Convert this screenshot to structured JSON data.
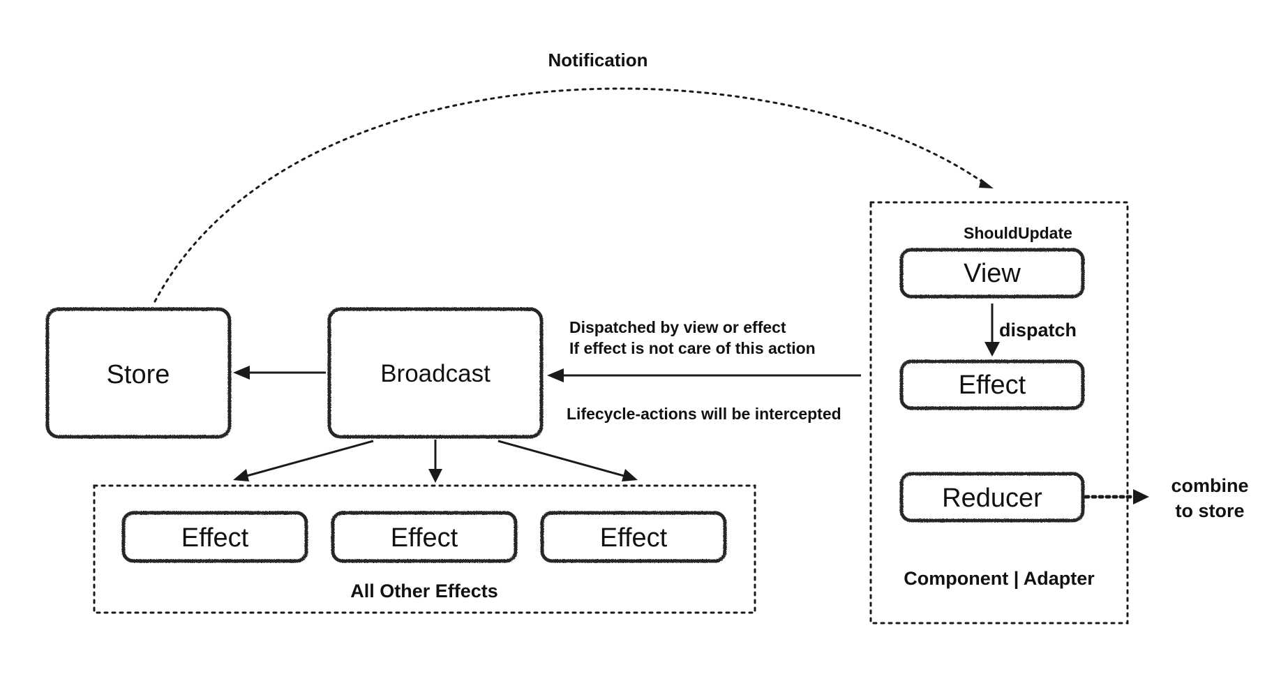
{
  "diagram": {
    "nodes": {
      "store": "Store",
      "broadcast": "Broadcast",
      "effect_1": "Effect",
      "effect_2": "Effect",
      "effect_3": "Effect",
      "view": "View",
      "effect_component": "Effect",
      "reducer": "Reducer"
    },
    "groups": {
      "all_other_effects": "All Other Effects",
      "component_adapter": "Component | Adapter"
    },
    "labels": {
      "notification": "Notification",
      "should_update": "ShouldUpdate",
      "dispatch": "dispatch",
      "dispatched_line1": "Dispatched by view or effect",
      "dispatched_line2": "If effect is not care of this action",
      "lifecycle": "Lifecycle-actions will be intercepted",
      "combine_line1": "combine",
      "combine_line2": "to store"
    },
    "colors": {
      "stroke": "#1a1a1a",
      "background": "#ffffff"
    }
  }
}
